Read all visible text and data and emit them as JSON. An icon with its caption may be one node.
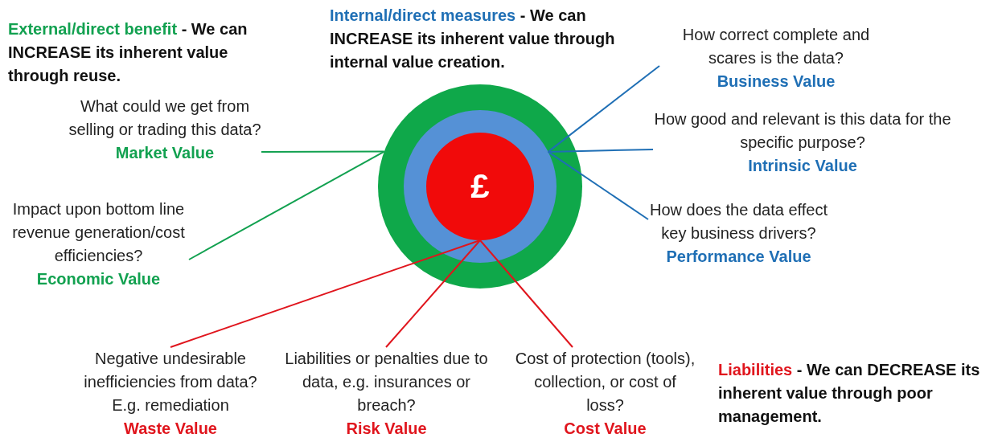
{
  "diagram": {
    "nodes": [
      {
        "text": [],
        "shape": "circle"
      },
      {
        "text": [],
        "shape": "circle",
        "in": 0
      },
      {
        "text": [
          "£"
        ],
        "in": 1
      },
      {
        "text": [
          "What could we get from selling or trading this data?",
          "Market Value"
        ]
      },
      {
        "text": [
          "Impact upon bottom line revenue generation/cost efficiencies?",
          "Economic Value"
        ]
      },
      {
        "text": [
          "How correct complete and scares is the data?",
          "Business Value"
        ]
      },
      {
        "text": [
          "How good and relevant is this data for the specific purpose?",
          "Intrinsic Value"
        ]
      },
      {
        "text": [
          "How does the data effect key business drivers?",
          "Performance Value"
        ]
      },
      {
        "text": [
          "Negative undesirable inefficiencies from data? E.g. remediation",
          "Waste Value"
        ]
      },
      {
        "text": [
          "Liabilities or penalties due to data, e.g. insurances or breach?",
          "Risk Value"
        ]
      },
      {
        "text": [
          "Cost of protection (tools), collection, or cost of loss?",
          "Cost Value"
        ]
      }
    ],
    "edges": [
      {
        "from": 3,
        "to": 0,
        "arrow": "none",
        "color": "#12a150"
      },
      {
        "from": 4,
        "to": 0,
        "arrow": "none",
        "color": "#12a150"
      },
      {
        "from": 5,
        "to": 1,
        "arrow": "none",
        "color": "#1f6fb5"
      },
      {
        "from": 6,
        "to": 1,
        "arrow": "none",
        "color": "#1f6fb5"
      },
      {
        "from": 7,
        "to": 1,
        "arrow": "none",
        "color": "#1f6fb5"
      },
      {
        "from": 8,
        "to": 2,
        "arrow": "none",
        "color": "#e0151d"
      },
      {
        "from": 9,
        "to": 2,
        "arrow": "none",
        "color": "#e0151d"
      },
      {
        "from": 10,
        "to": 2,
        "arrow": "none",
        "color": "#e0151d"
      }
    ],
    "labels": [
      "External/direct benefit",
      "- We can INCREASE its inherent value through reuse.",
      "Internal/direct measures",
      "- We can INCREASE its inherent value through internal value creation.",
      "Liabilities",
      "- We can DECREASE its inherent value through poor management."
    ]
  }
}
